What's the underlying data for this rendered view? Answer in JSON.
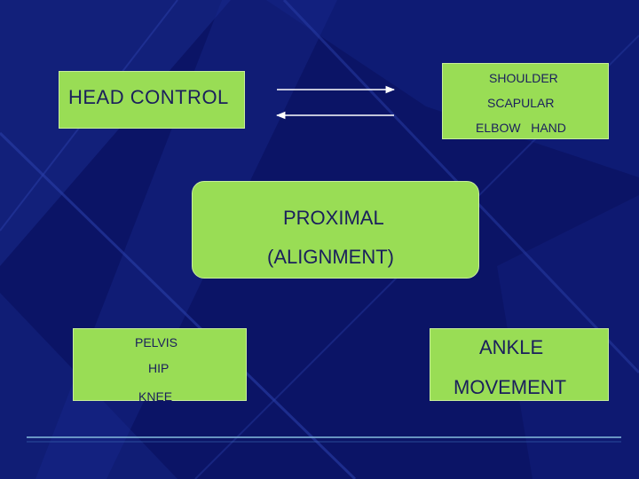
{
  "colors": {
    "background": "#0b1466",
    "box_fill": "#99dd55",
    "text": "#1a1f5c",
    "arrow": "#ffffff"
  },
  "head_box": {
    "label": "HEAD CONTROL"
  },
  "shoulder_box": {
    "lines": [
      "SHOULDER",
      "SCAPULAR",
      "ELBOW   HAND"
    ]
  },
  "proximal_box": {
    "lines": [
      "PROXIMAL",
      "(ALIGNMENT)"
    ]
  },
  "pelvis_box": {
    "lines": [
      "PELVIS",
      "HIP",
      "KNEE"
    ]
  },
  "ankle_box": {
    "lines": [
      "ANKLE",
      "MOVEMENT"
    ]
  },
  "arrows": [
    {
      "from": "head_box",
      "to": "shoulder_box",
      "direction": "right"
    },
    {
      "from": "shoulder_box",
      "to": "head_box",
      "direction": "left"
    }
  ]
}
